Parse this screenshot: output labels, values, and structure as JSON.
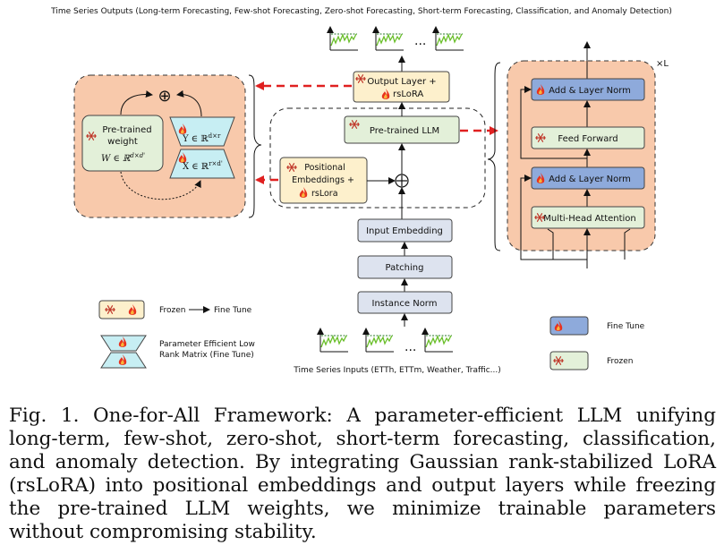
{
  "top_title": "Time Series Outputs (Long-term Forecasting, Few-shot Forecasting, Zero-shot Forecasting, Short-term Forecasting, Classification, and Anomaly Detection)",
  "output_layer": {
    "line1": "Output Layer +",
    "line2": "rsLoRA"
  },
  "llm_label": "Pre-trained LLM",
  "positional": {
    "line1": "Positional",
    "line2": "Embeddings +",
    "line3": "rsLora"
  },
  "input_embedding": "Input Embedding",
  "patching": "Patching",
  "instance_norm": "Instance Norm",
  "inputs_label": "Time Series Inputs (ETTh, ETTm, Weather, Traffic...)",
  "ellipsis": "...",
  "lora": {
    "pretrained_line1": "Pre-trained",
    "pretrained_line2": "weight",
    "weight_var": "W ∈ ℝ",
    "weight_sup": "d×d'",
    "y_var": "Y ∈ ℝ",
    "y_sup": "d×r",
    "x_var": "X ∈ ℝ",
    "x_sup": "r×d'",
    "plus": "⊕"
  },
  "block": {
    "repeat": "×L",
    "add_norm": "Add & Layer Norm",
    "feed_forward": "Feed Forward",
    "attention": "Multi-Head Attention"
  },
  "legend": {
    "frozen": "Frozen",
    "fine_tune": "Fine Tune",
    "param_line1": "Parameter Efficient Low",
    "param_line2": "Rank Matrix (Fine Tune)",
    "blue_label": "Fine Tune",
    "green_label": "Frozen"
  },
  "colors": {
    "peach": "#f8c9ab",
    "green": "#e3f0d9",
    "yellow": "#fdf0cc",
    "blue": "#8eaadb",
    "gray": "#dde3ef",
    "cyan": "#c7eef3",
    "red": "#e02020"
  },
  "caption": "Fig. 1. One-for-All Framework: A parameter-efficient LLM unifying long-term, few-shot, zero-shot, short-term forecasting, classification, and anomaly detection. By integrating Gaussian rank-stabilized LoRA (rsLoRA) into positional embeddings and output layers while freezing the pre-trained LLM weights, we minimize trainable parameters without compromising stability."
}
